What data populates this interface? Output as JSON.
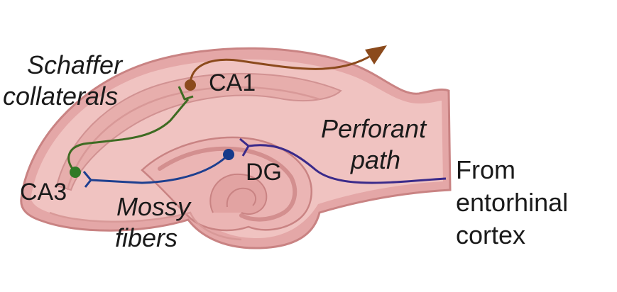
{
  "regions": {
    "ca1": "CA1",
    "ca3": "CA3",
    "dg": "DG"
  },
  "pathways": {
    "schaffer_line1": "Schaffer",
    "schaffer_line2": "collaterals",
    "mossy_line1": "Mossy",
    "mossy_line2": "fibers",
    "perforant_line1": "Perforant",
    "perforant_line2": "path"
  },
  "source": {
    "line1": "From",
    "line2": "entorhinal",
    "line3": "cortex"
  },
  "colors": {
    "tissue_outer": "#e9b1b0",
    "tissue_inner": "#f2c9c6",
    "tissue_layer": "#d99a99",
    "tissue_edge": "#c98383",
    "ca1_neuron": "#8b4a1c",
    "schaffer": "#3e6b22",
    "ca3_neuron": "#2f7a26",
    "mossy": "#1d3f8f",
    "dg_neuron": "#163a8a",
    "perforant": "#3a2a8a"
  }
}
